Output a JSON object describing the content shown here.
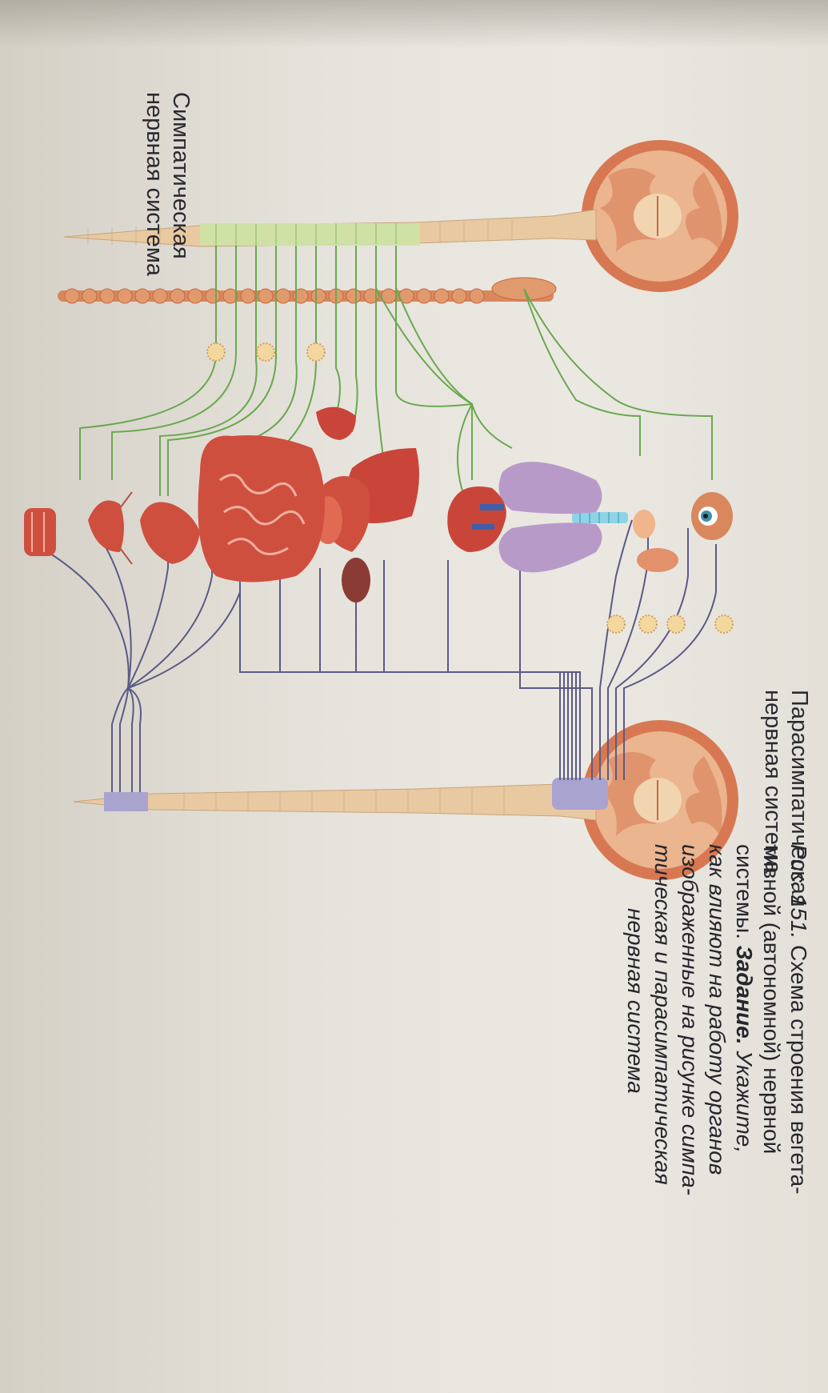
{
  "labels": {
    "sympathetic": [
      "Симпатическая",
      "нервная система"
    ],
    "parasympathetic": [
      "Парасимпатическая",
      "нервная система"
    ]
  },
  "caption": {
    "fig": "Рис. 151.",
    "title_lines": [
      "Схема строения вегета-",
      "тивной  (автономной)  нервной",
      "системы."
    ],
    "task_label": "Задание.",
    "task_lines": [
      "Укажите,",
      "как влияют на работу органов",
      "изображенные на рисунке симпа-",
      "тическая и парасимпатическая",
      "нервная система"
    ]
  },
  "colors": {
    "sympathetic_nerve": "#6aa84f",
    "parasympathetic_nerve": "#5b5a86",
    "spinal_cord": "#e9c9a1",
    "sympathetic_segment": "#cfe3a7",
    "parasympathetic_segment": "#a9a3cf",
    "organ_red": "#c9453a",
    "lung_lilac": "#b89ac9",
    "brain_outer": "#d77852",
    "brain_inner": "#f1d4b0"
  },
  "icons": [
    "brain-icon",
    "spinal-cord-icon",
    "sympathetic-chain-icon",
    "ganglion-icon",
    "eye-icon",
    "salivary-gland-icon",
    "lungs-icon",
    "trachea-icon",
    "heart-icon",
    "liver-icon",
    "stomach-icon",
    "pancreas-icon",
    "kidney-icon",
    "intestine-icon",
    "bladder-icon",
    "genitals-icon"
  ]
}
